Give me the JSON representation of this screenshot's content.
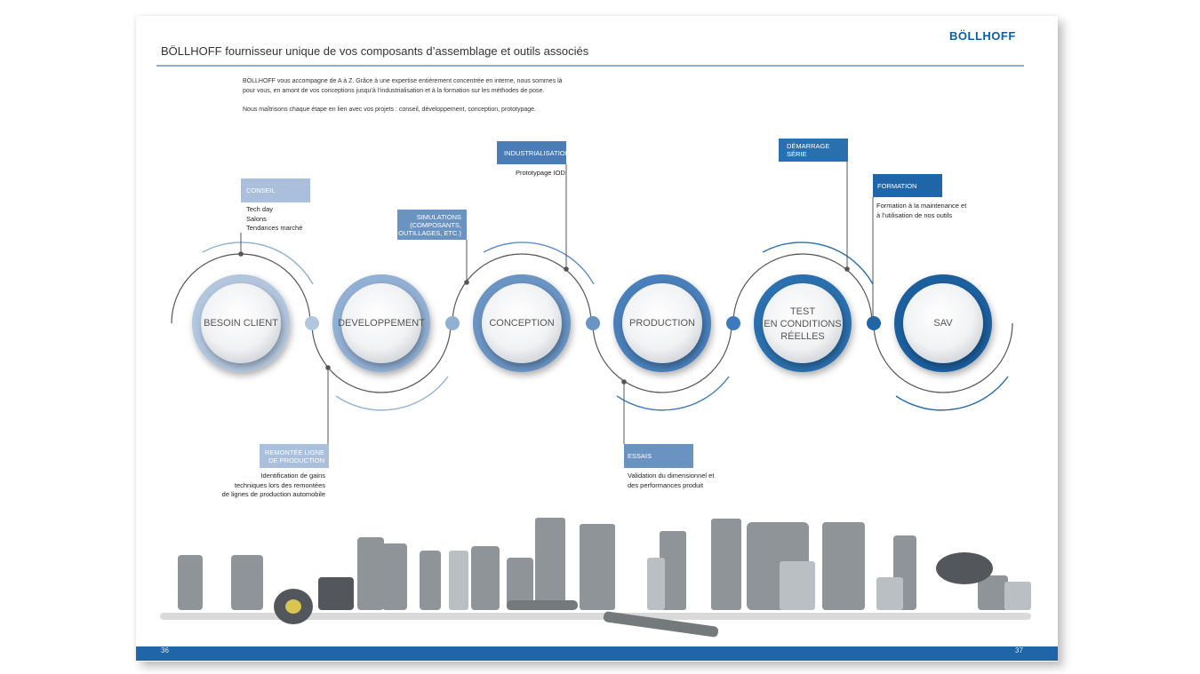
{
  "brand": "BÖLLHOFF",
  "title": "BÖLLHOFF fournisseur unique de vos composants d’assemblage et outils associés",
  "intro": {
    "line1": "BÖLLHOFF vous accompagne de A à Z. Grâce à une expertise entièrement concentrée en interne, nous sommes là",
    "line2": "pour vous, en amont de vos conceptions jusqu’à l’industrialisation et à la formation sur les méthodes de pose.",
    "line3": "Nous maîtrisons chaque étape en lien avec vos projets : conseil, développement, conception, prototypage."
  },
  "steps": [
    {
      "label": "BESOIN CLIENT"
    },
    {
      "label": "DEVELOPPEMENT"
    },
    {
      "label": "CONCEPTION"
    },
    {
      "label": "PRODUCTION"
    },
    {
      "label": "TEST EN CONDITIONS RÉELLES",
      "lines": [
        "TEST",
        "EN CONDITIONS",
        "RÉELLES"
      ]
    },
    {
      "label": "SAV"
    }
  ],
  "callouts": {
    "conseil": {
      "label": "CONSEIL",
      "desc": [
        "Tech day",
        "Salons",
        "Tendances marché"
      ]
    },
    "simulations": {
      "label": [
        "SIMULATIONS",
        "(COMPOSANTS,",
        "OUTILLAGES, ETC.)"
      ]
    },
    "industrialisation": {
      "label": "INDUSTRIALISATION",
      "desc": [
        "Prototypage IOD"
      ]
    },
    "demarrage": {
      "label": "DÉMARRAGE SÉRIE"
    },
    "formation": {
      "label": "FORMATION",
      "desc": [
        "Formation à la maintenance et",
        "à l’utilisation de nos outils"
      ]
    },
    "remontee": {
      "label": [
        "REMONTÉE LIGNE",
        "DE PRODUCTION"
      ],
      "desc": [
        "Identification de gains",
        "techniques lors des remontées",
        "de lignes de production automobile"
      ]
    },
    "essais": {
      "label": "ESSAIS",
      "desc": [
        "Validation du dimensionnel et",
        "des performances produit"
      ]
    }
  },
  "colors": {
    "step_shades": [
      "#b2c6de",
      "#92b0d4",
      "#6a94c4",
      "#4a80bb",
      "#2a6fae",
      "#1b5f9f"
    ],
    "accent": "#1f66a8",
    "label_light": "#a9bfdb",
    "label_mid": "#6b93c2",
    "label_dark": "#4a7db8"
  },
  "footer": {
    "left_page": "36",
    "right_page": "37"
  }
}
